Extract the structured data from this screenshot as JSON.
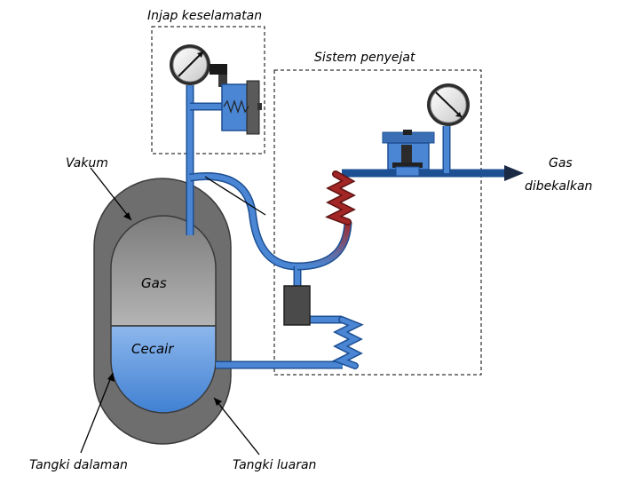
{
  "labels": {
    "safety_valve": "Injap keselamatan",
    "regulator_system": "Sistem penyejat",
    "vacuum": "Vakum",
    "gas_in_tank": "Gas",
    "liquid": "Cecair",
    "inner_tank": "Tangki dalaman",
    "outer_tank": "Tangki luaran",
    "gas_supplied_line1": "Gas",
    "gas_supplied_line2": "dibekalkan"
  },
  "colors": {
    "pipe": "#4a86d4",
    "pipe_outline": "#1d4f93",
    "outer_tank": "#6e6e6e",
    "inner_gas": "#9a9a9a",
    "liquid": "#5b95df",
    "coil_hot": "#a32626",
    "arrow": "#1b2a44"
  }
}
